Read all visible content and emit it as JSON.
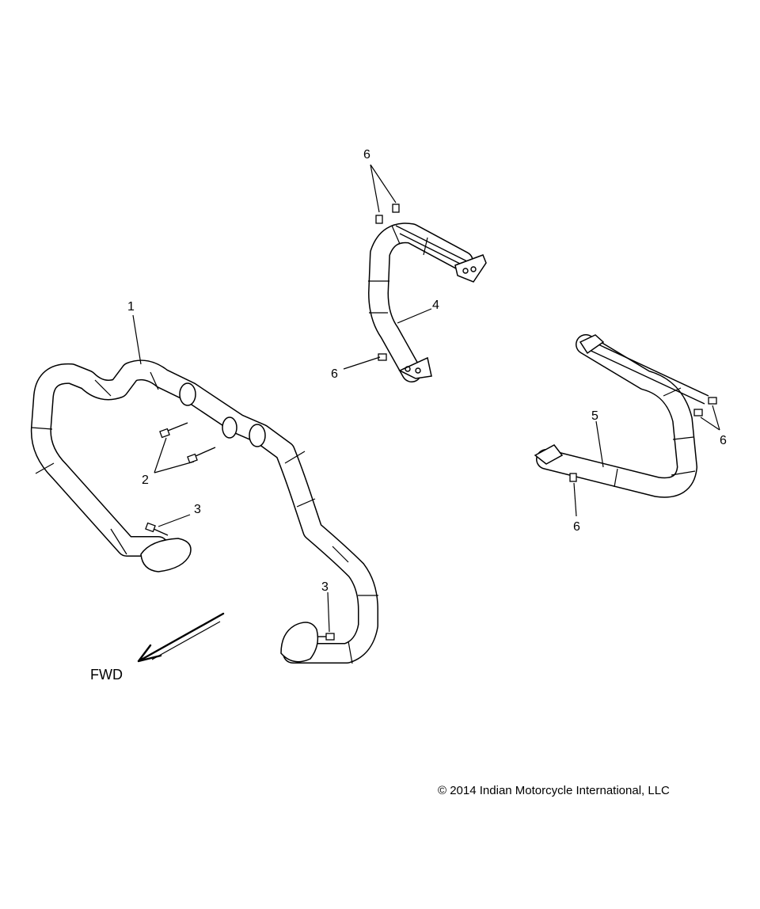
{
  "diagram": {
    "labels": {
      "part1": "1",
      "part2": "2",
      "part3a": "3",
      "part3b": "3",
      "part4": "4",
      "part5": "5",
      "part6_top": "6",
      "part6_left": "6",
      "part6_right_upper": "6",
      "part6_right_lower": "6"
    },
    "direction_label": "FWD",
    "copyright": "© 2014 Indian Motorcycle International, LLC"
  }
}
